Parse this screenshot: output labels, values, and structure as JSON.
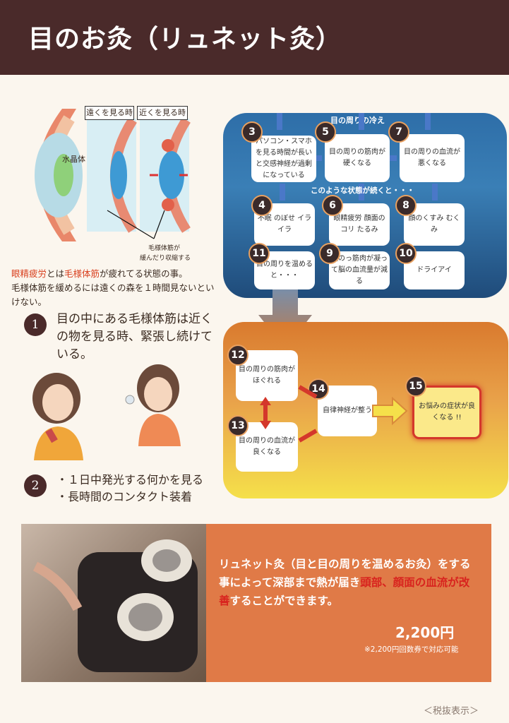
{
  "header": {
    "title": "目のお灸（リュネット灸）"
  },
  "eye": {
    "tag_far": "遠くを見る時",
    "tag_near": "近くを見る時",
    "lens_label": "水晶体",
    "muscle_label_1": "毛様体筋が",
    "muscle_label_2": "緩んだり収縮する"
  },
  "intro": {
    "term1": "眼精疲労",
    "mid": "とは",
    "term2": "毛様体筋",
    "rest": "が疲れてる状態の事。",
    "line2": "毛様体筋を緩めるには遠くの森を１時間見ないといけない。"
  },
  "point1": {
    "num": "1",
    "text": "目の中にある毛様体筋は近くの物を見る時、緊張し続けている。"
  },
  "point2": {
    "num": "2",
    "line1": "・１日中発光する何かを見る",
    "line2": "・長時間のコンタクト装着"
  },
  "flow": {
    "top_label": "目の周りの冷え",
    "mid_label": "このような状態が続くと・・・",
    "cards": [
      {
        "n": "3",
        "t": "パソコン・スマホを見る時間が長いと交感神経が過剰になっている"
      },
      {
        "n": "5",
        "t": "目の周りの筋肉が硬くなる"
      },
      {
        "n": "7",
        "t": "目の周りの血流が悪くなる"
      },
      {
        "n": "4",
        "t": "不眠 のぼせ イライラ"
      },
      {
        "n": "6",
        "t": "眼精疲労 顔面のコリ たるみ"
      },
      {
        "n": "8",
        "t": "顔のくすみ むくみ"
      },
      {
        "n": "11",
        "t": "目の周りを温めると・・・"
      },
      {
        "n": "9",
        "t": "頭のっ筋肉が凝って脳の血流量が減る"
      },
      {
        "n": "10",
        "t": "ドライアイ"
      },
      {
        "n": "12",
        "t": "目の周りの筋肉がほぐれる"
      },
      {
        "n": "13",
        "t": "目の周りの血流が良くなる"
      },
      {
        "n": "14",
        "t": "自律神経が整う"
      },
      {
        "n": "15",
        "t": "お悩みの症状が良くなる !!"
      }
    ]
  },
  "promo": {
    "text_a": "リュネット灸（目と目の周りを温めるお灸）をする事によって深部まで熱が届き",
    "text_b": "頭部、顔面の血流が改善",
    "text_c": "することができます。",
    "price": "2,200円",
    "note": "※2,200円回数券で対応可能"
  },
  "footer": {
    "tax": "＜税抜表示＞"
  }
}
